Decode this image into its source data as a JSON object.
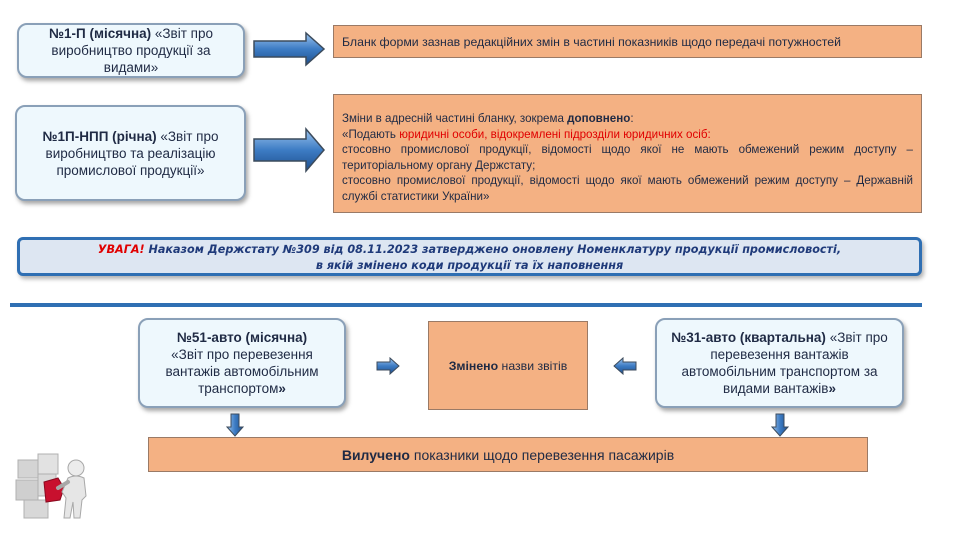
{
  "form1": {
    "code": "№1-П (місячна)",
    "title": " «Звіт про виробництво продукції за видами»"
  },
  "form2": {
    "code": "№1П-НПП (річна)",
    "title": " «Звіт про виробництво та реалізацію промислової продукції»"
  },
  "change1": "Бланк форми зазнав редакційних змін в частині показників щодо передачі потужностей",
  "change2": {
    "intro": "Зміни в адресній частині бланку, зокрема ",
    "intro_bold": "доповнено",
    "intro_end": ":",
    "quote_start": "«Подають ",
    "quote_red": "юридичні особи, відокремлені підрозділи юридичних осіб:",
    "line1": "стосовно промислової продукції, відомості щодо якої не мають обмежений режим доступу – територіальному органу Держстату;",
    "line2": "стосовно промислової продукції, відомості щодо якої мають обмежений режим доступу – Державній службі статистики України»"
  },
  "warning": {
    "label": "УВАГА!",
    "line1": " Наказом Держстату №309 від 08.11.2023 затверджено оновлену Номенклатуру продукції промисловості,",
    "line2": "в якій змінено коди продукції та їх наповнення"
  },
  "form51": {
    "code": "№51-авто (місячна)",
    "title": "«Звіт про перевезення вантажів автомобільним транспортом",
    "close": "»"
  },
  "form31": {
    "code": "№31-авто (квартальна)",
    "title": " «Звіт про перевезення вантажів автомобільним транспортом за видами вантажів",
    "close": "»"
  },
  "center": {
    "bold": "Змінено",
    "rest": " назви звітів"
  },
  "bottom": {
    "bold": "Вилучено",
    "rest": " показники щодо перевезення пасажирів"
  },
  "colors": {
    "orange": "#f4b183",
    "blue_accent": "#2f6fb3",
    "light_box": "#eef8fd",
    "warning_red": "#e00000"
  }
}
